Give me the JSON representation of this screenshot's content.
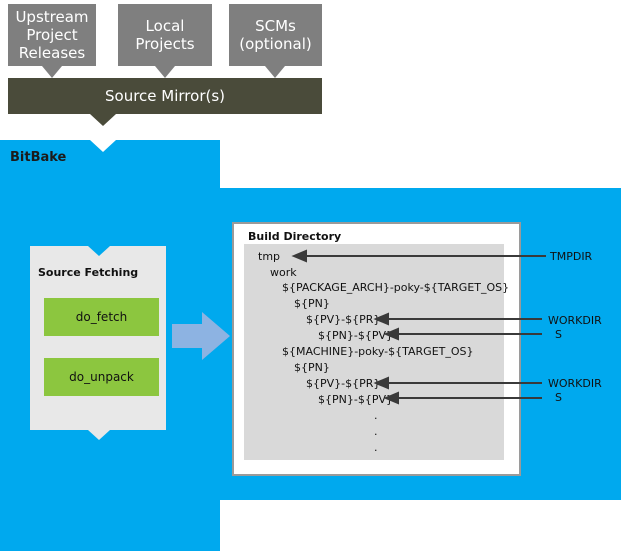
{
  "sources": {
    "upstream": "Upstream\nProject\nReleases",
    "local": "Local\nProjects",
    "scms": "SCMs\n(optional)"
  },
  "mirror_label": "Source Mirror(s)",
  "bitbake_label": "BitBake",
  "source_fetching": {
    "title": "Source Fetching",
    "tasks": [
      "do_fetch",
      "do_unpack"
    ]
  },
  "build_directory": {
    "title": "Build Directory",
    "tree": [
      "tmp",
      "work",
      "${PACKAGE_ARCH}-poky-${TARGET_OS}",
      "${PN}",
      "${PV}-${PR}",
      "${PN}-${PV}",
      "${MACHINE}-poky-${TARGET_OS}",
      "${PN}",
      "${PV}-${PR}",
      "${PN}-${PV}",
      ".",
      ".",
      "."
    ]
  },
  "right_labels": {
    "tmpdir": "TMPDIR",
    "workdir_1": "WORKDIR",
    "s_1": "S",
    "workdir_2": "WORKDIR",
    "s_2": "S"
  },
  "colors": {
    "source_box": "#7f7f7f",
    "mirror": "#4a4b3a",
    "bitbake_blue": "#00a9ee",
    "task_green": "#8cc63f",
    "arrow_blue": "#8db3e2",
    "arrow_dark": "#3a3a3a"
  }
}
